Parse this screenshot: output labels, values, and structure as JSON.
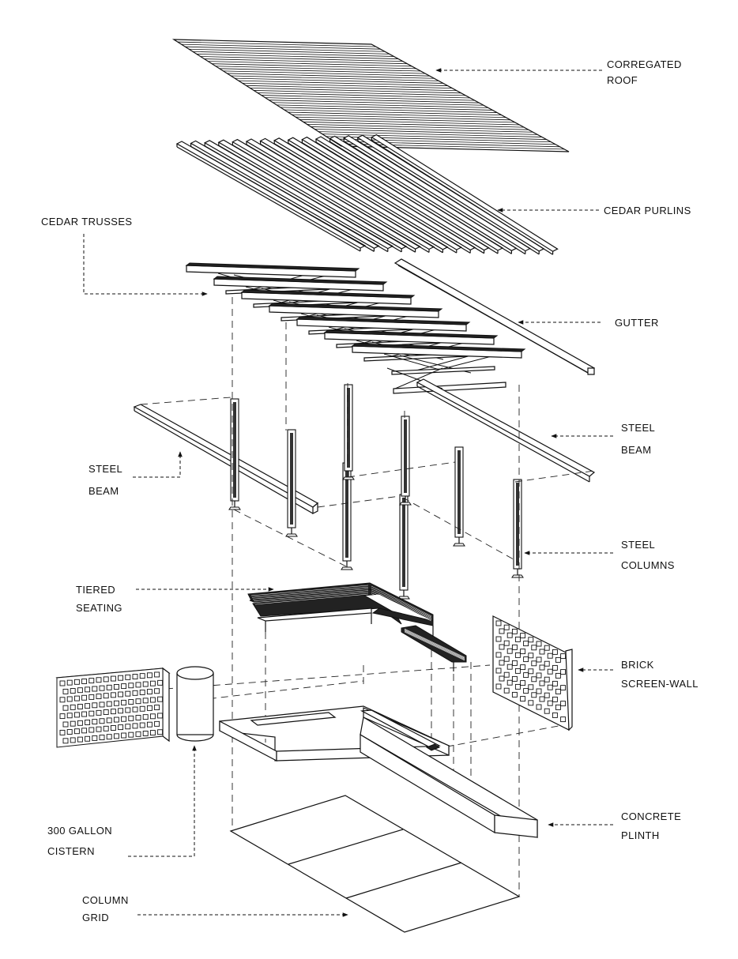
{
  "labels": {
    "roof": [
      "CORREGATED",
      "ROOF"
    ],
    "purlins": [
      "CEDAR  PURLINS"
    ],
    "trusses": [
      "CEDAR  TRUSSES"
    ],
    "gutter": [
      "GUTTER"
    ],
    "steel_beam_right": [
      "STEEL",
      "BEAM"
    ],
    "steel_beam_left": [
      "STEEL",
      "BEAM"
    ],
    "steel_columns": [
      "STEEL",
      "COLUMNS"
    ],
    "tiered_seating": [
      "TIERED",
      "SEATING"
    ],
    "brick_screen_wall": [
      "BRICK",
      "SCREEN-WALL"
    ],
    "concrete_plinth": [
      "CONCRETE",
      "PLINTH"
    ],
    "cistern": [
      "300  GALLON",
      "CISTERN"
    ],
    "column_grid": [
      "COLUMN",
      "GRID"
    ]
  }
}
